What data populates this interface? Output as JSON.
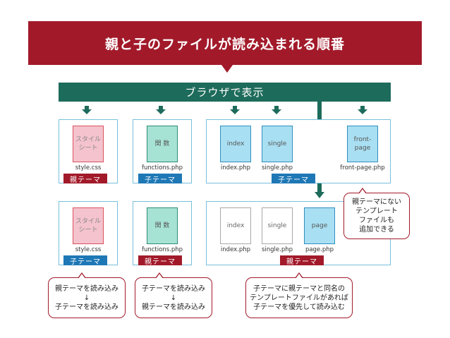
{
  "title": "親と子のファイルが読み込まれる順番",
  "browser_label": "ブラウザで表示",
  "top_row": {
    "group1": {
      "doc_label": [
        "スタイル",
        "シート"
      ],
      "file": "style.css",
      "tag": "親テーマ"
    },
    "group2": {
      "doc_label": "関 数",
      "file": "functions.php",
      "tag": "子テーマ"
    },
    "group3": {
      "docs": [
        {
          "label": "index",
          "file": "index.php"
        },
        {
          "label": "single",
          "file": "single.php"
        },
        {
          "label": "front-page",
          "file": "front-page.php"
        }
      ],
      "tag": "子テーマ"
    }
  },
  "bottom_row": {
    "group1": {
      "doc_label": [
        "スタイル",
        "シート"
      ],
      "file": "style.css",
      "tag": "子テーマ"
    },
    "group2": {
      "doc_label": "関 数",
      "file": "functions.php",
      "tag": "親テーマ"
    },
    "group3": {
      "docs": [
        {
          "label": "index",
          "file": "index.php"
        },
        {
          "label": "single",
          "file": "single.php"
        },
        {
          "label": "page",
          "file": "page.php"
        }
      ],
      "tag": "親テーマ"
    }
  },
  "callouts": {
    "side": [
      "親テーマにない",
      "テンプレート",
      "ファイルも",
      "追加できる"
    ],
    "c1": [
      "親テーマを読み込み",
      "↓",
      "子テーマを読み込み"
    ],
    "c2": [
      "子テーマを読み込み",
      "↓",
      "親テーマを読み込み"
    ],
    "c3": [
      "子テーマに親テーマと同名の",
      "テンプレートファイルがあれば",
      "子テーマを優先して読み込む"
    ]
  },
  "colors": {
    "red": "#a21a2a",
    "green": "#1d6b5b",
    "blue": "#1f78b6",
    "frame": "#78c0dc"
  }
}
